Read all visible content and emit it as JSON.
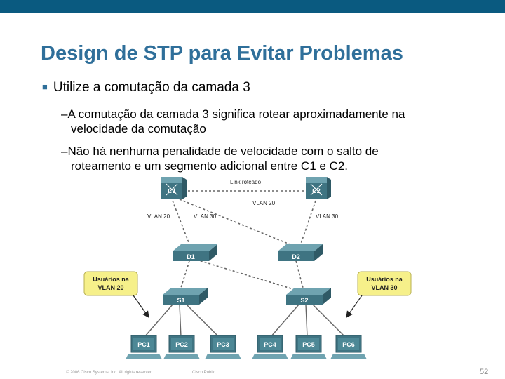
{
  "slide": {
    "title": "Design de STP para Evitar Problemas",
    "bullet": "Utilize a comutação da camada 3",
    "sub1_line1": "–A comutação da camada 3 significa rotear aproximadamente na",
    "sub1_line2": "velocidade da comutação",
    "sub2_line1": "–Não há nenhuma penalidade de velocidade com o salto de",
    "sub2_line2": "roteamento e um segmento adicional entre C1 e C2."
  },
  "diagram": {
    "link_label": "Link roteado",
    "vlan20_center": "VLAN 20",
    "vlan20_left": "VLAN 20",
    "vlan30_mid": "VLAN 30",
    "vlan30_right": "VLAN 30",
    "c1": "C1",
    "c2": "C2",
    "d1": "D1",
    "d2": "D2",
    "s1": "S1",
    "s2": "S2",
    "callout_left": [
      "Usuários na",
      "VLAN 20"
    ],
    "callout_right": [
      "Usuários na",
      "VLAN 30"
    ],
    "pcs": [
      "PC1",
      "PC2",
      "PC3",
      "PC4",
      "PC5",
      "PC6"
    ]
  },
  "footer": {
    "copyright": "© 2006 Cisco Systems, Inc. All rights reserved.",
    "classification": "Cisco Public",
    "page": "52"
  },
  "colors": {
    "title": "#2f6f9a",
    "topbar": "#0a5a80",
    "callout_fill": "#f6f08a",
    "device_top": "#6fa3b0",
    "device_side": "#3f7482"
  }
}
